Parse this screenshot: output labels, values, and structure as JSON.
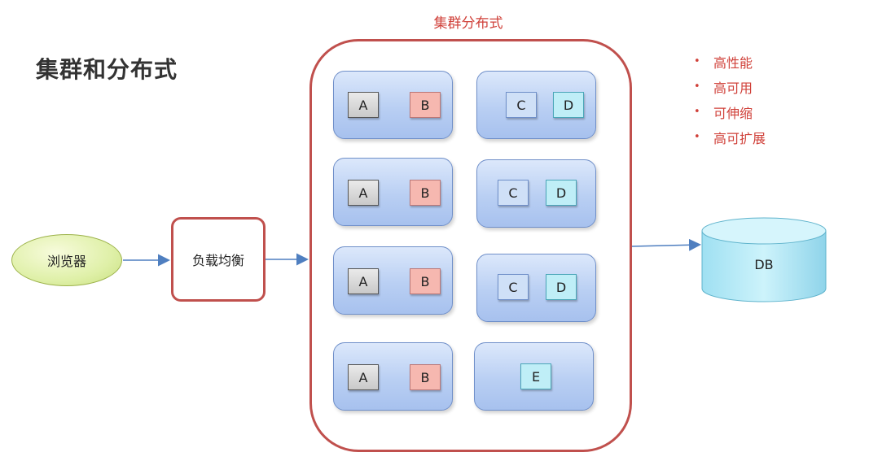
{
  "title": "集群和分布式",
  "cluster_label": "集群分布式",
  "browser_label": "浏览器",
  "load_balancer_label": "负载均衡",
  "db_label": "DB",
  "features": [
    "高性能",
    "高可用",
    "可伸缩",
    "高可扩展"
  ],
  "nodes": {
    "left": [
      {
        "a": "A",
        "b": "B"
      },
      {
        "a": "A",
        "b": "B"
      },
      {
        "a": "A",
        "b": "B"
      },
      {
        "a": "A",
        "b": "B"
      }
    ],
    "right": [
      {
        "c": "C",
        "d": "D"
      },
      {
        "c": "C",
        "d": "D"
      },
      {
        "c": "C",
        "d": "D"
      },
      {
        "e": "E"
      }
    ]
  },
  "colors": {
    "accent_red": "#c0504d",
    "feature_text": "#d0413a",
    "connector": "#4f7fc0"
  }
}
